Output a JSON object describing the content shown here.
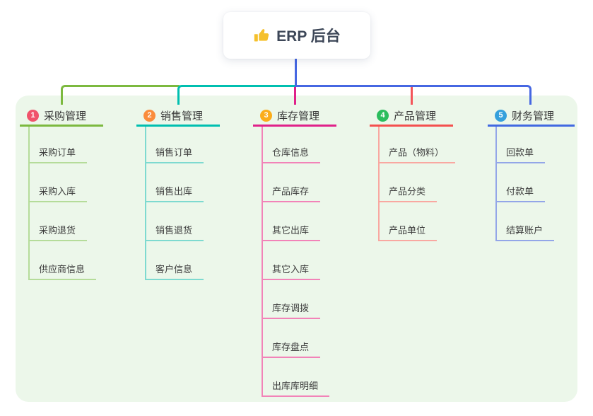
{
  "root": {
    "label": "ERP 后台",
    "icon": "thumbs-up-icon"
  },
  "branches": [
    {
      "num": "1",
      "label": "采购管理",
      "children": [
        "采购订单",
        "采购入库",
        "采购退货",
        "供应商信息"
      ]
    },
    {
      "num": "2",
      "label": "销售管理",
      "children": [
        "销售订单",
        "销售出库",
        "销售退货",
        "客户信息"
      ]
    },
    {
      "num": "3",
      "label": "库存管理",
      "children": [
        "仓库信息",
        "产品库存",
        "其它出库",
        "其它入库",
        "库存调拨",
        "库存盘点",
        "出库库明细"
      ]
    },
    {
      "num": "4",
      "label": "产品管理",
      "children": [
        "产品（物料）",
        "产品分类",
        "产品单位"
      ]
    },
    {
      "num": "5",
      "label": "财务管理",
      "children": [
        "回款单",
        "付款单",
        "结算账户"
      ]
    }
  ],
  "colors": {
    "container_bg": "#ECF7EA",
    "root_line_blue": "#4667E2",
    "branch_line_colors": [
      "#7CB93F",
      "#00BFB0",
      "#E0218A",
      "#F4504F",
      "#4169E1"
    ],
    "branch_child_line_colors": [
      "#B5DC9A",
      "#7EDAD0",
      "#F283B8",
      "#F9A8A1",
      "#93A6E8"
    ],
    "badge_colors": [
      "#F0536B",
      "#FA8C3C",
      "#FBAD1A",
      "#2BBD5D",
      "#35A0DC"
    ],
    "thumbs_up_gold": "#F5C02C"
  }
}
